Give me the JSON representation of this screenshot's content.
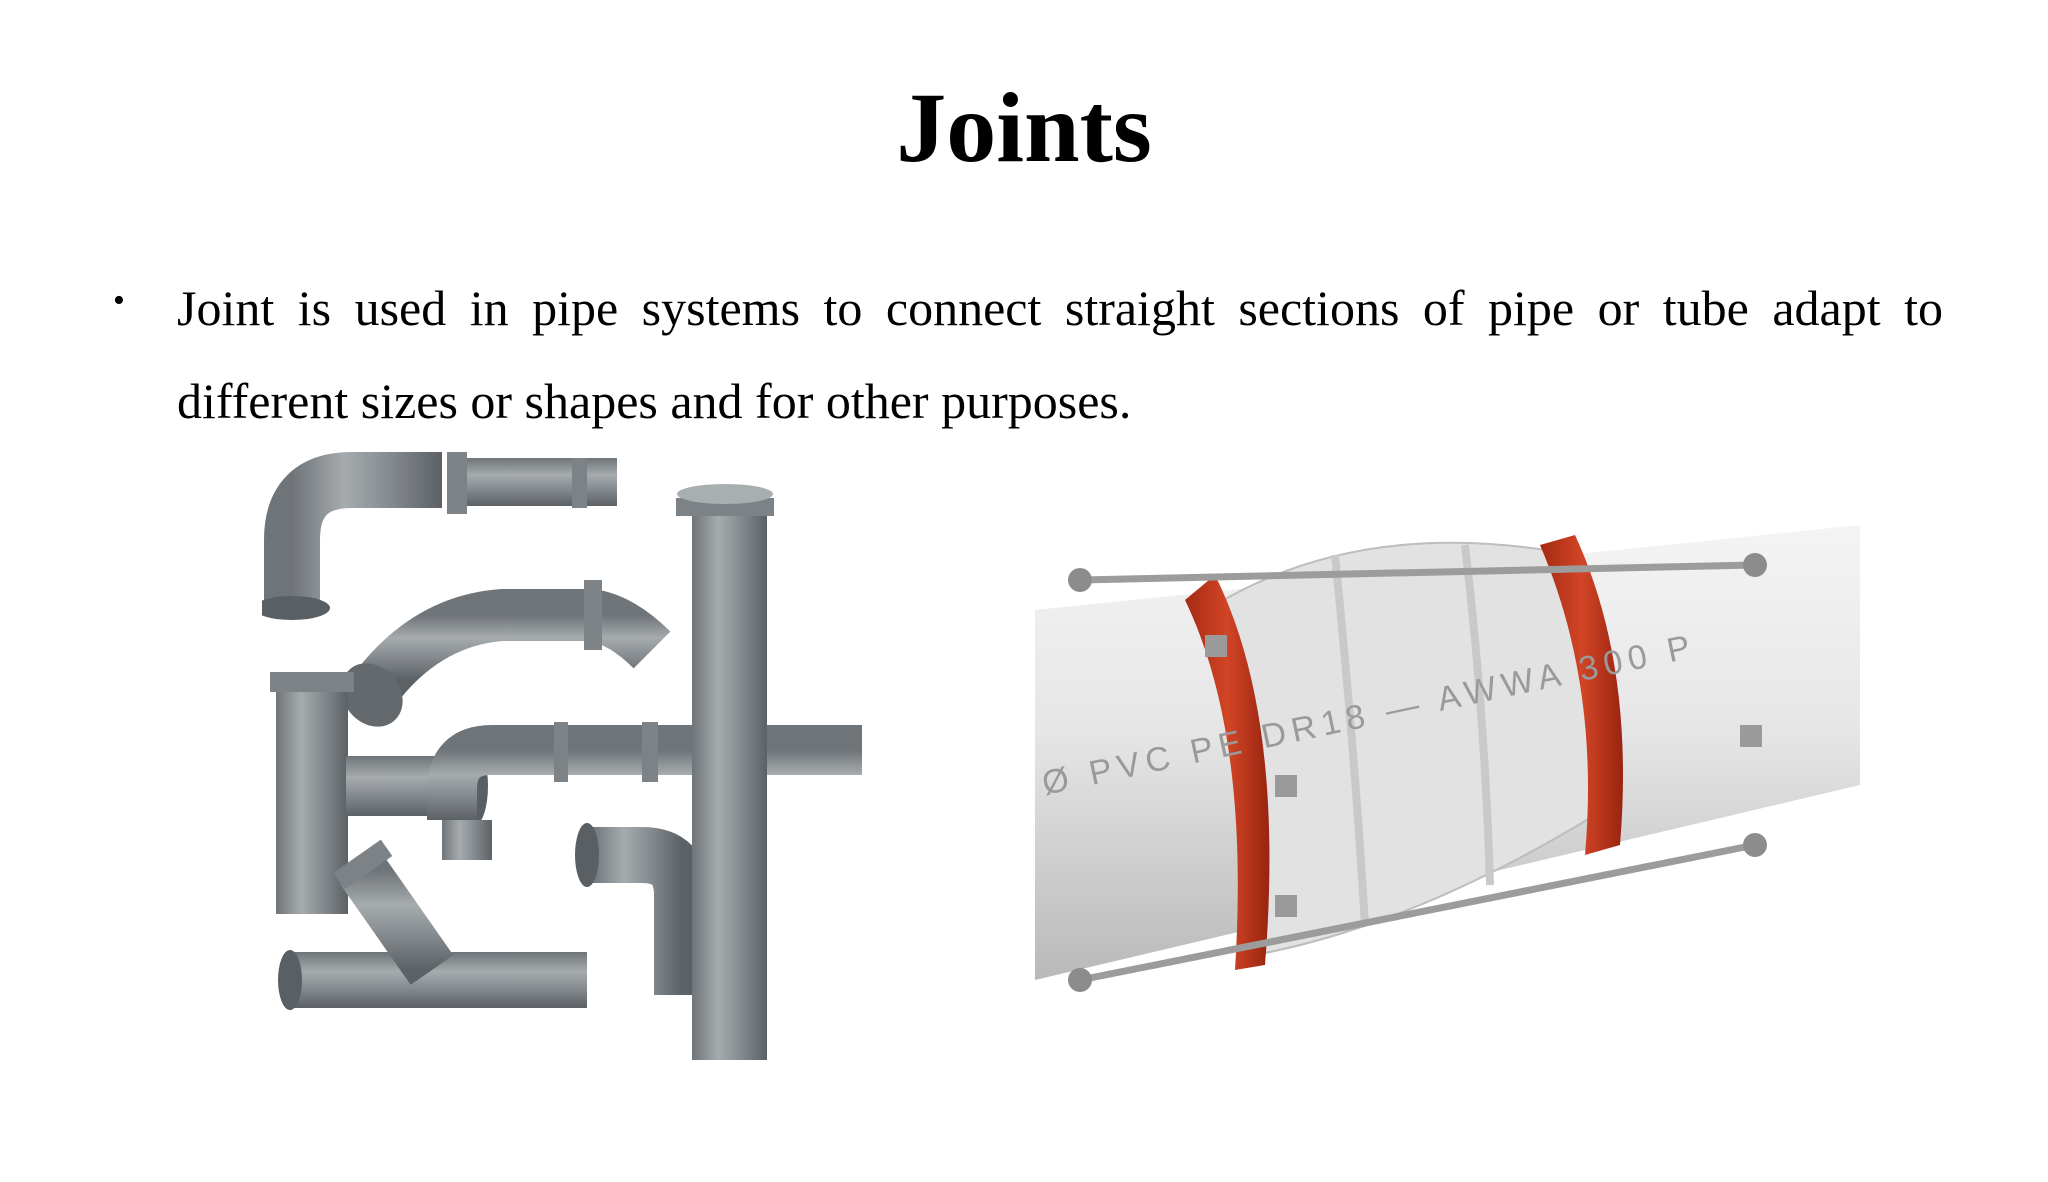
{
  "slide": {
    "title": "Joints",
    "bullet": "Joint is used in pipe systems to connect straight sections of pipe or tube adapt to different sizes or shapes and for other purposes."
  },
  "images": {
    "left": {
      "icon": "pvc-pipe-fittings-image",
      "color": "#8a8f93"
    },
    "right": {
      "icon": "pipe-coupling-joint-image",
      "pipe_color": "#e9e9e9",
      "flange_color": "#c8361c",
      "pipe_print": "Ø PVC   PE  DR18 — AWWA  300 P"
    }
  }
}
